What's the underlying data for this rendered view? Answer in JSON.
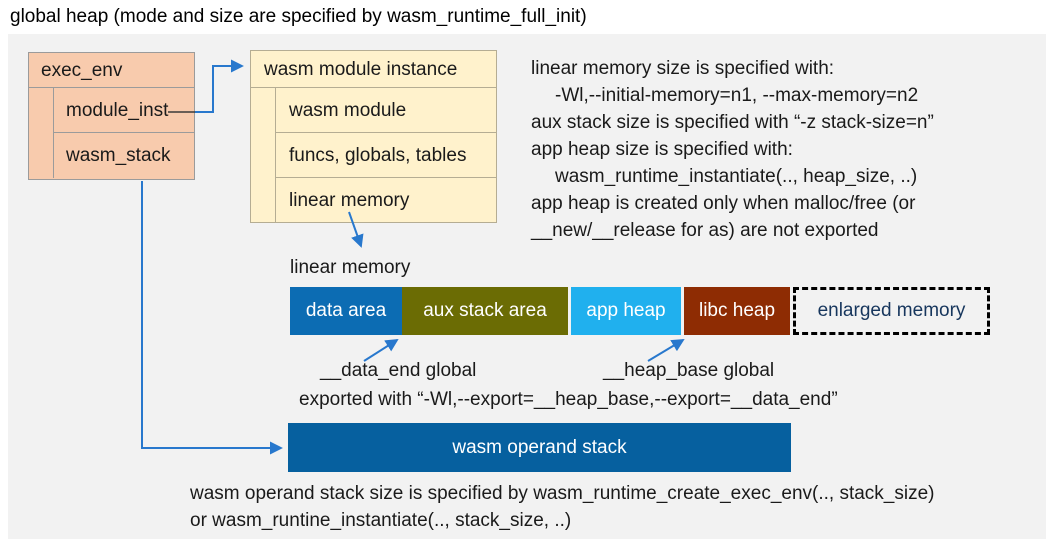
{
  "title": "global heap (mode and size are specified by wasm_runtime_full_init)",
  "exec_env": {
    "title": "exec_env",
    "fields": [
      "module_inst",
      "wasm_stack"
    ]
  },
  "module_instance": {
    "title": "wasm module instance",
    "fields": [
      "wasm module",
      "funcs, globals, tables",
      "linear memory"
    ]
  },
  "notes_right": {
    "lines": [
      "linear memory size is specified with:",
      "-Wl,--initial-memory=n1, --max-memory=n2",
      "aux stack size is specified with “-z stack-size=n”",
      "app heap size is specified with:",
      "wasm_runtime_instantiate(.., heap_size, ..)",
      "app heap is created only when malloc/free (or",
      "__new/__release for as) are not exported"
    ]
  },
  "linear_memory": {
    "label": "linear memory",
    "segments": [
      {
        "label": "data area",
        "color": "#0c6cb3"
      },
      {
        "label": "aux stack area",
        "color": "#6b6c04"
      },
      {
        "label": "app heap",
        "color": "#20b0ee"
      },
      {
        "label": "libc heap",
        "color": "#8e2c03"
      },
      {
        "label": "enlarged memory",
        "color": "dashed-outline",
        "text_color": "#17365d"
      }
    ],
    "annotations": {
      "data_end_label": "__data_end global",
      "heap_base_label": "__heap_base global",
      "export_note": "exported with “-Wl,--export=__heap_base,--export=__data_end”"
    }
  },
  "operand_stack": {
    "label": "wasm operand stack",
    "note_line1": "wasm operand stack size is specified by wasm_runtime_create_exec_env(.., stack_size)",
    "note_line2": "or wasm_runtine_instantiate(.., stack_size, ..)"
  },
  "colors": {
    "panel_background": "#f2f2f2",
    "exec_env_fill": "#f8cbad",
    "module_instance_fill": "#fff2cc",
    "connector_blue": "#2878cd",
    "operand_stack_fill": "#06609f"
  }
}
